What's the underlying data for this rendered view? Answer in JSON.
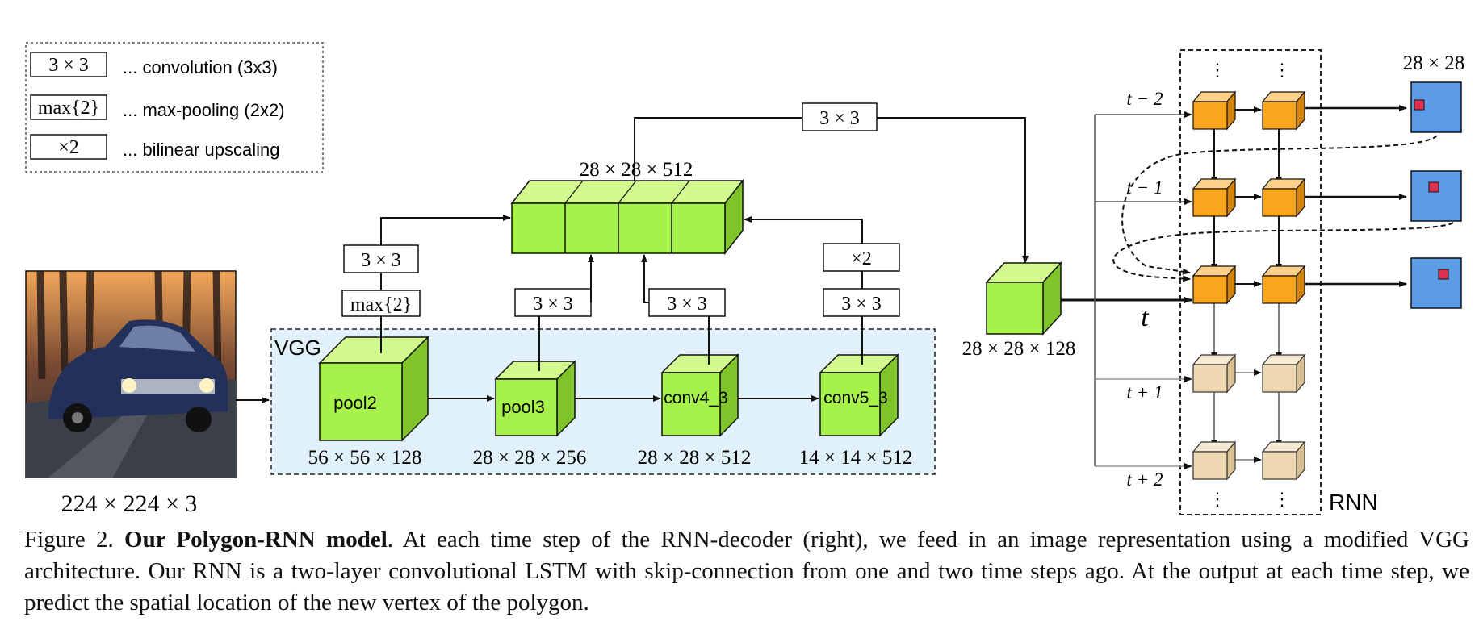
{
  "legend": {
    "items": [
      {
        "box": "3 × 3",
        "desc": "... convolution (3x3)"
      },
      {
        "box": "max{2}",
        "desc": "... max-pooling (2x2)"
      },
      {
        "box": "×2",
        "desc": "... bilinear upscaling"
      }
    ]
  },
  "input": {
    "size_label": "224 × 224 × 3"
  },
  "vgg": {
    "label": "VGG",
    "blocks": [
      {
        "name": "pool2",
        "size": "56 × 56 × 128"
      },
      {
        "name": "pool3",
        "size": "28 × 28 × 256"
      },
      {
        "name": "conv4_3",
        "size": "28 × 28 × 512"
      },
      {
        "name": "conv5_3",
        "size": "14 × 14 × 512"
      }
    ]
  },
  "ops": {
    "pool2_conv": "3 × 3",
    "pool2_max": "max{2}",
    "pool3_conv": "3 × 3",
    "conv4_conv": "3 × 3",
    "conv5_up": "×2",
    "conv5_conv": "3 × 3",
    "concat_conv": "3 × 3"
  },
  "concat": {
    "size": "28 × 28 × 512"
  },
  "feature": {
    "size": "28 × 28 × 128"
  },
  "rnn": {
    "label": "RNN",
    "time_labels": [
      "t − 2",
      "t − 1",
      "t",
      "t + 1",
      "t + 2"
    ],
    "output_size": "28 × 28",
    "ellipsis": "⋮"
  },
  "colors": {
    "green": "#a6f24a",
    "orange": "#f9a51e",
    "beige": "#eed9b4",
    "blue": "#5b9be6",
    "vgg_bg": "#e1f1f9"
  },
  "caption": {
    "prefix": "Figure 2. ",
    "title": "Our Polygon-RNN model",
    "text": ". At each time step of the RNN-decoder (right), we feed in an image representation using a modified VGG architecture. Our RNN is a two-layer convolutional LSTM with skip-connection from one and two time steps ago. At the output at each time step, we predict the spatial location of the new vertex of the polygon."
  }
}
